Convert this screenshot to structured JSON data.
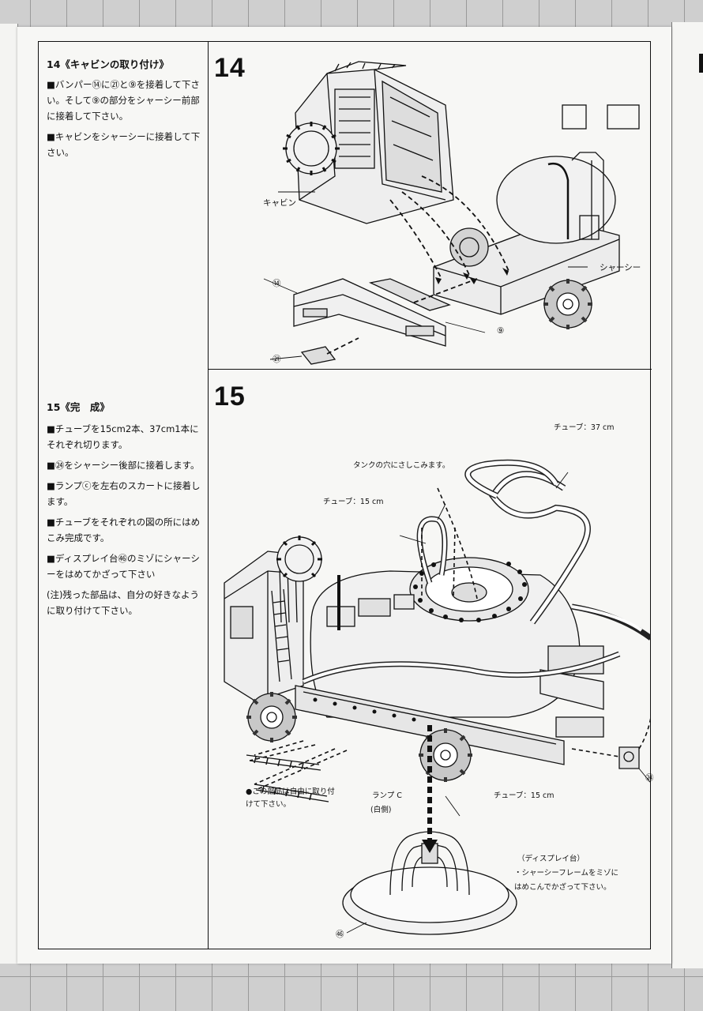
{
  "step14": {
    "number": "14",
    "heading": "14《キャビンの取り付け》",
    "instructions": [
      "■バンパー⑭に㉑と⑨を接着して下さい。そして⑨の部分をシャーシー前部に接着して下さい。",
      "■キャビンをシャーシーに接着して下さい。"
    ],
    "labels": {
      "cabin": "キャビン",
      "chassis": "シャーシー",
      "part14": "⑭",
      "part9": "⑨",
      "part71": "㉑"
    }
  },
  "step15": {
    "number": "15",
    "heading": "15《完　成》",
    "instructions": [
      "■チューブを15cm2本、37cm1本にそれぞれ切ります。",
      "■㉔をシャーシー後部に接着します。",
      "■ランプⓒを左右のスカートに接着します。",
      "■チューブをそれぞれの図の所にはめこみ完成です。",
      "■ディスプレイ台㊻のミゾにシャーシーをはめてかざって下さい",
      "(注)残った部品は、自分の好きなように取り付けて下さい。"
    ],
    "labels": {
      "tube37": "チューブ：37 cm",
      "tank_hole": "タンクの穴にさしこみます。",
      "tube15_top": "チューブ：15 cm",
      "tube15_bottom": "チューブ：15 cm",
      "optional_note": "●この部品は自由に取り付けて下さい。",
      "lamp": "ランプ C",
      "lamp_sub": "(白側)",
      "display_title": "（ディスプレイ台）",
      "display_note_1": "・シャーシーフレームをミゾに",
      "display_note_2": "はめこんでかざって下さい。",
      "part46": "㊻",
      "part74": "㉔"
    }
  }
}
